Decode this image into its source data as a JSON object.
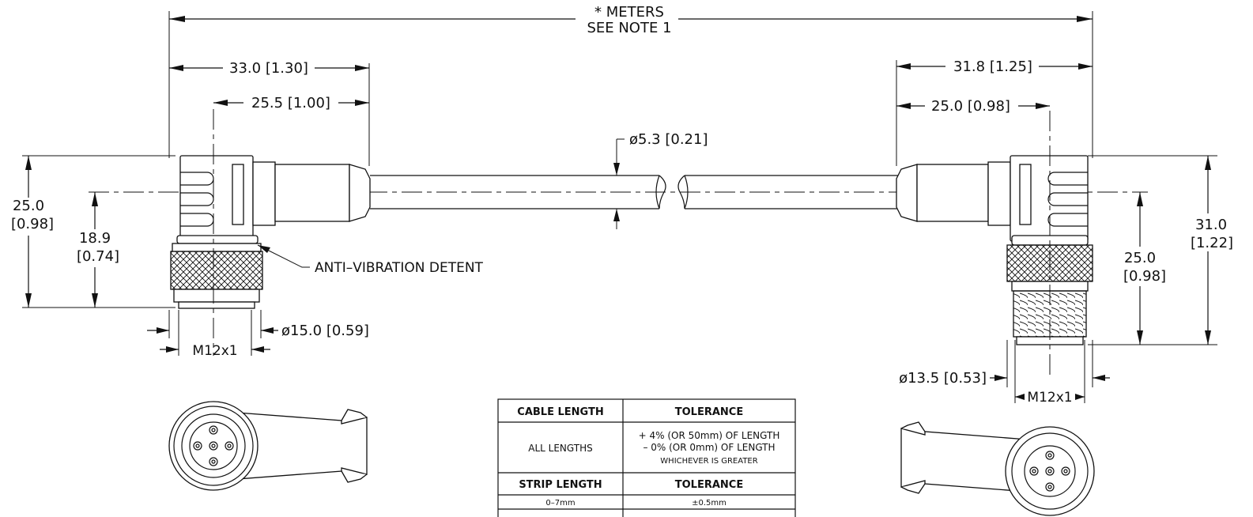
{
  "overall": {
    "line1": "* METERS",
    "line2": "SEE NOTE 1"
  },
  "left": {
    "len_total": "33.0 [1.30]",
    "len_center": "25.5 [1.00]",
    "height_total_mm": "25.0",
    "height_total_in": "[0.98]",
    "height_center_mm": "18.9",
    "height_center_in": "[0.74]",
    "detent_label": "ANTI–VIBRATION DETENT",
    "diameter": "ø15.0 [0.59]",
    "thread": "M12x1"
  },
  "cable": {
    "diameter": "ø5.3 [0.21]"
  },
  "right": {
    "len_total": "31.8 [1.25]",
    "len_center": "25.0 [0.98]",
    "height_total_mm": "31.0",
    "height_total_in": "[1.22]",
    "height_center_mm": "25.0",
    "height_center_in": "[0.98]",
    "diameter": "ø13.5 [0.53]",
    "thread": "M12x1"
  },
  "table": {
    "header1": "CABLE LENGTH",
    "header2": "TOLERANCE",
    "row1_label": "ALL LENGTHS",
    "row1_tol1": "+ 4% (OR 50mm) OF LENGTH",
    "row1_tol2": "– 0% (OR 0mm) OF LENGTH",
    "row1_tol3": "WHICHEVER IS GREATER",
    "header3": "STRIP LENGTH",
    "header4": "TOLERANCE",
    "row2_label": "0–7mm",
    "row2_tol": "±0.5mm"
  }
}
